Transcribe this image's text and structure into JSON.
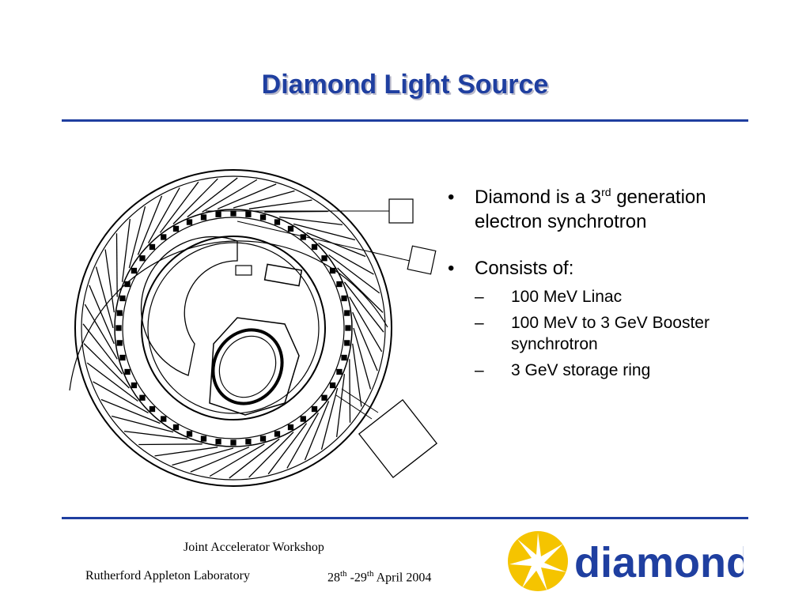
{
  "title": "Diamond Light Source",
  "bullets": {
    "b1_pre": "Diamond is a 3",
    "b1_sup": "rd",
    "b1_post": " generation electron synchrotron",
    "b2": "Consists of:",
    "subs": [
      "100 MeV Linac",
      "100 MeV to 3 GeV Booster synchrotron",
      "3 GeV storage ring"
    ]
  },
  "footer": {
    "event": "Joint Accelerator Workshop",
    "venue": "Rutherford Appleton Laboratory",
    "date_start": "28",
    "date_sup1": "th",
    "date_mid": " -29",
    "date_sup2": "th",
    "date_end": " April 2004"
  },
  "logo": {
    "word": "diamond",
    "sun_color": "#f5c400",
    "text_color": "#1f3fa0"
  },
  "colors": {
    "accent": "#1f3fa0"
  }
}
